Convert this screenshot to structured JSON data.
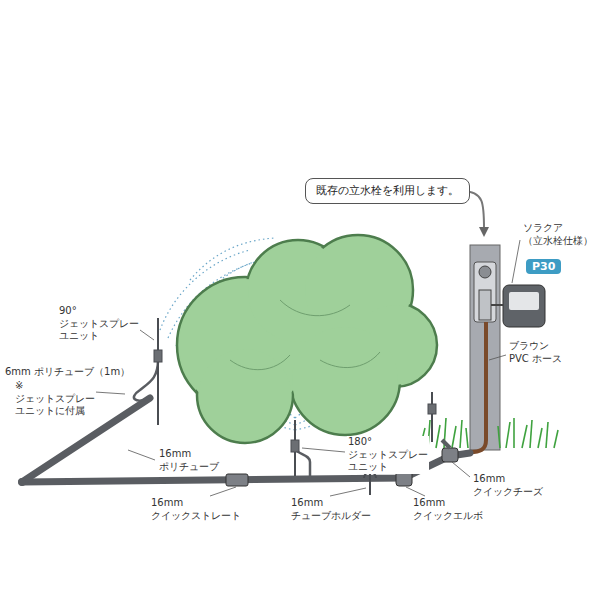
{
  "diagram": {
    "nodes": [
      {
        "text": [
          "既存の立水栓を利用します。"
        ]
      },
      {
        "text": [
          "P30"
        ]
      }
    ],
    "labels": [
      "ソラクア （立水栓仕様）",
      "ブラウン PVC ホース",
      "90°ジェットスプレー ユニット",
      "6mm ポリチューブ（1m）",
      "※ジェットスプレー ユニットに付属",
      "16mm ポリチューブ",
      "180°ジェットスプレー ユニット",
      "16mm クイックチーズ",
      "16mm クイックストレート",
      "16mm チューブホルダー",
      "16mm クイックエルボ"
    ]
  }
}
